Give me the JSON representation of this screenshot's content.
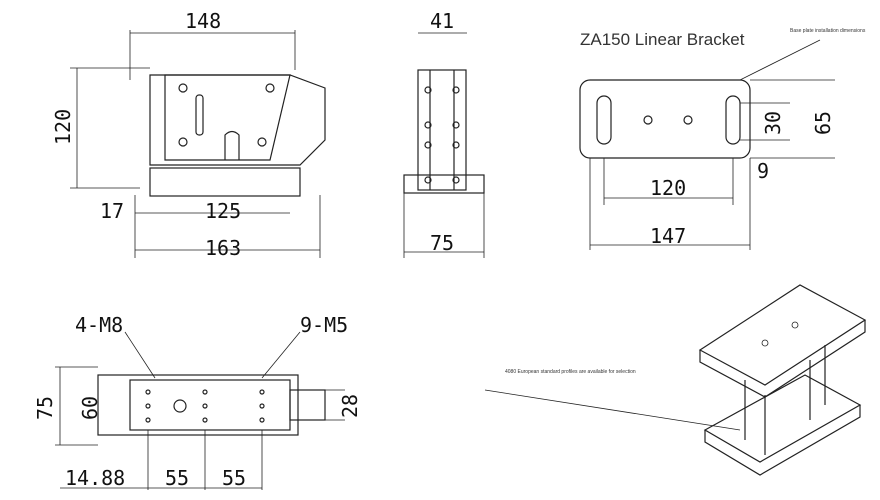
{
  "title": "ZA150 Linear Bracket",
  "notes": {
    "base_plate": "Base plate installation dimensions",
    "profiles": "4080 European standard profiles are available for selection"
  },
  "front_view": {
    "width_top": "148",
    "height": "120",
    "left_offset": "17",
    "hole_span": "125",
    "overall": "163"
  },
  "side_view": {
    "top": "41",
    "base": "75"
  },
  "base_plate": {
    "hole_span": "120",
    "overall": "147",
    "slot_spacing": "30",
    "height": "65",
    "slot_width": "9"
  },
  "top_view": {
    "thread_left": "4-M8",
    "thread_right": "9-M5",
    "height": "75",
    "inner": "60",
    "right": "28",
    "offset": "14.88",
    "spacing1": "55",
    "spacing2": "55"
  }
}
